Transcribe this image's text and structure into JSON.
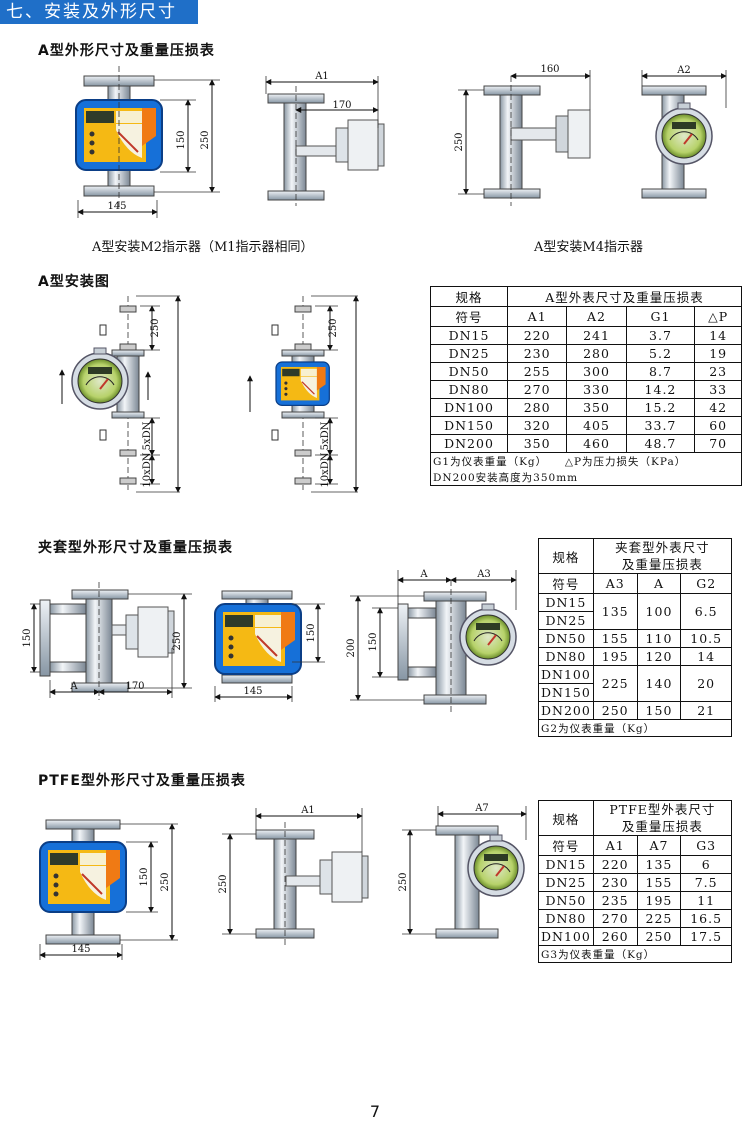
{
  "banner": "七、安装及外形尺寸",
  "sections": {
    "a_type": {
      "heading": "A型外形尺寸及重量压损表",
      "caption_left": "A型安装M2指示器（M1指示器相同）",
      "caption_right": "A型安装M4指示器",
      "dims": {
        "h1": "150",
        "h2": "250",
        "w": "145",
        "a1": "A1",
        "w170": "170",
        "w160": "160",
        "h3": "250",
        "a2": "A2"
      }
    },
    "install": {
      "heading": "A型安装图",
      "dims": {
        "d250": "250",
        "d5dn": "5xDN",
        "d10dn": "10xDN"
      }
    },
    "clamp": {
      "heading": "夹套型外形尺寸及重量压损表",
      "dims": {
        "h150": "150",
        "wa": "A",
        "w170": "170",
        "h250": "250",
        "h150b": "150",
        "w145": "145",
        "a": "A",
        "a3": "A3",
        "h200": "200",
        "h150c": "150"
      }
    },
    "ptfe": {
      "heading": "PTFE型外形尺寸及重量压损表",
      "dims": {
        "h150": "150",
        "h250": "250",
        "w145": "145",
        "a1": "A1",
        "h250b": "250",
        "a7": "A7",
        "h250c": "250"
      }
    }
  },
  "table_a": {
    "title_col0": "规格",
    "title_span": "A型外表尺寸及重量压损表",
    "headers": [
      "符号",
      "A1",
      "A2",
      "G1",
      "△P"
    ],
    "rows": [
      [
        "DN15",
        "220",
        "241",
        "3.7",
        "14"
      ],
      [
        "DN25",
        "230",
        "280",
        "5.2",
        "19"
      ],
      [
        "DN50",
        "255",
        "300",
        "8.7",
        "23"
      ],
      [
        "DN80",
        "270",
        "330",
        "14.2",
        "33"
      ],
      [
        "DN100",
        "280",
        "350",
        "15.2",
        "42"
      ],
      [
        "DN150",
        "320",
        "405",
        "33.7",
        "60"
      ],
      [
        "DN200",
        "350",
        "460",
        "48.7",
        "70"
      ]
    ],
    "note1": "G1为仪表重量（Kg）　　△P为压力损失（KPa）",
    "note2": "DN200安装高度为350mm"
  },
  "table_clamp": {
    "title_col0": "规格",
    "title_span_1": "夹套型外表尺寸",
    "title_span_2": "及重量压损表",
    "headers": [
      "符号",
      "A3",
      "A",
      "G2"
    ],
    "rows": [
      [
        "DN15",
        "135",
        "100",
        "6.5"
      ],
      [
        "DN25",
        "",
        "",
        ""
      ],
      [
        "DN50",
        "155",
        "110",
        "10.5"
      ],
      [
        "DN80",
        "195",
        "120",
        "14"
      ],
      [
        "DN100",
        "225",
        "140",
        "20"
      ],
      [
        "DN150",
        "",
        "",
        ""
      ],
      [
        "DN200",
        "250",
        "150",
        "21"
      ]
    ],
    "note": "G2为仪表重量（Kg）"
  },
  "table_ptfe": {
    "title_col0": "规格",
    "title_span_1": "PTFE型外表尺寸",
    "title_span_2": "及重量压损表",
    "headers": [
      "符号",
      "A1",
      "A7",
      "G3"
    ],
    "rows": [
      [
        "DN15",
        "220",
        "135",
        "6"
      ],
      [
        "DN25",
        "230",
        "155",
        "7.5"
      ],
      [
        "DN50",
        "235",
        "195",
        "11"
      ],
      [
        "DN80",
        "270",
        "225",
        "16.5"
      ],
      [
        "DN100",
        "260",
        "250",
        "17.5"
      ]
    ],
    "note": "G3为仪表重量（Kg）"
  },
  "page_number": "7"
}
